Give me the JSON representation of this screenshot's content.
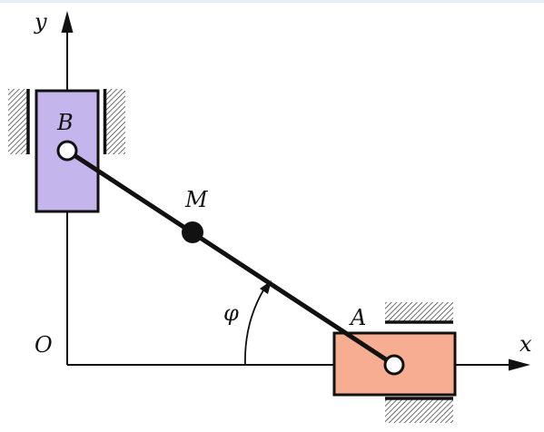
{
  "labels": {
    "y_axis": "y",
    "x_axis": "x",
    "origin": "O",
    "slider_b": "B",
    "slider_a": "A",
    "point_m": "M",
    "angle": "φ"
  },
  "colors": {
    "slider_b_fill": "#c4b5ec",
    "slider_a_fill": "#f7ad92",
    "stroke": "#111111",
    "background": "#ffffff"
  },
  "icons": {
    "guide_hatching": "hatched-wall",
    "pin_joint": "hollow-circle",
    "point_mass": "filled-circle"
  }
}
